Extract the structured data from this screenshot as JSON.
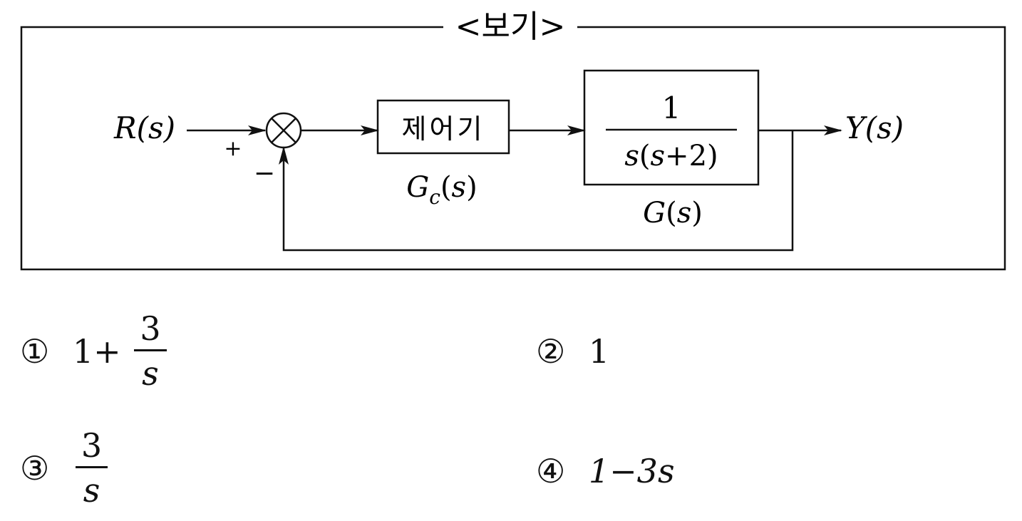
{
  "box_title": "<보기>",
  "diagram": {
    "input_label": "R(s)",
    "output_label": "Y(s)",
    "plus_sign": "+",
    "minus_sign": "−",
    "controller": {
      "text": "제어기",
      "label": "G_c(s)"
    },
    "plant": {
      "numerator": "1",
      "denominator": "s(s+2)",
      "label": "G(s)"
    }
  },
  "options": [
    {
      "number": "①",
      "lead": "1+",
      "numerator": "3",
      "denominator": "s"
    },
    {
      "number": "②",
      "text": "1"
    },
    {
      "number": "③",
      "numerator": "3",
      "denominator": "s"
    },
    {
      "number": "④",
      "text": "1−3s"
    }
  ]
}
